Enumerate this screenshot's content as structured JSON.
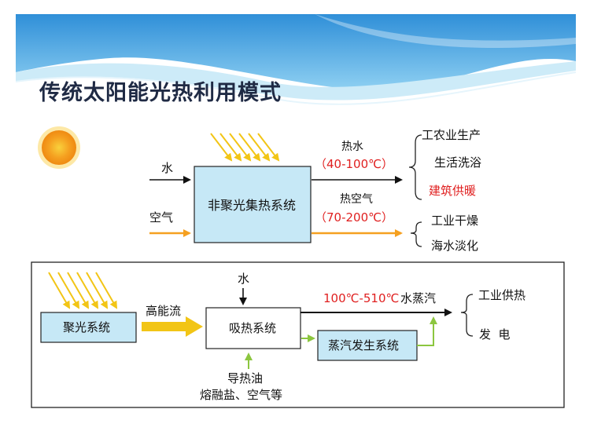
{
  "slide": {
    "title": "传统太阳能光热利用模式"
  },
  "top": {
    "input_water": "水",
    "input_air": "空气",
    "collector": "非聚光集热系统",
    "hot_water": "热水",
    "hot_water_range": "（40-100℃）",
    "hot_air": "热空气",
    "hot_air_range": "（70-200℃）",
    "water_uses": [
      "工农业生产",
      "生活洗浴",
      "建筑供暖"
    ],
    "air_uses": [
      "工业干燥",
      "海水淡化"
    ]
  },
  "bottom": {
    "concentrator": "聚光系统",
    "high_energy_flow": "高能流",
    "water_input": "水",
    "absorber": "吸热系统",
    "medium_line1": "导热油",
    "medium_line2": "熔融盐、空气等",
    "steam_generator": "蒸汽发生系统",
    "steam_range": "100℃-510℃",
    "steam_label": "水蒸汽",
    "uses": [
      "工业供热",
      "发  电"
    ]
  },
  "colors": {
    "highlight": "#e02020",
    "box_fill": "#c6e8f6",
    "orange_arrow": "#f5a020",
    "yellow_arrow": "#f2c516",
    "green_arrow": "#8cc63f"
  }
}
